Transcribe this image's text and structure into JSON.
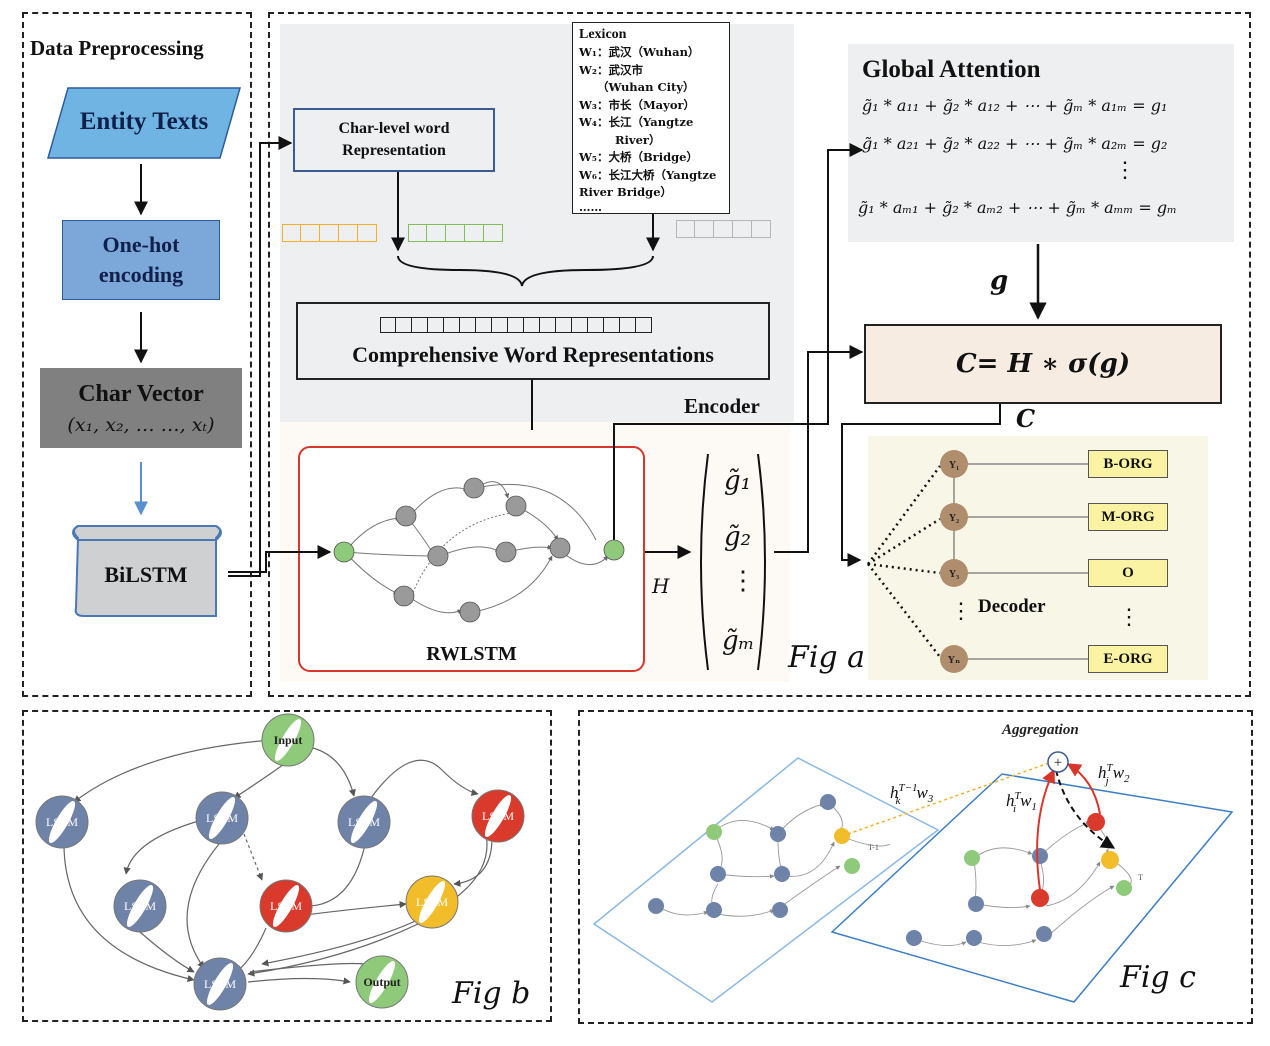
{
  "preprocessing": {
    "title": "Data Preprocessing",
    "entity_texts": "Entity Texts",
    "onehot_line1": "One-hot",
    "onehot_line2": "encoding",
    "charvec_title": "Char Vector",
    "charvec_formula": "(x₁, x₂, … …, xₜ)",
    "bilstm": "BiLSTM"
  },
  "encoder": {
    "charlevel_line1": "Char-level word",
    "charlevel_line2": "Representation",
    "lexicon_title": "Lexicon",
    "lexicon_lines": [
      "W₁：武汉（Wuhan）",
      "W₂：武汉市",
      "（Wuhan City）",
      "W₃：市长（Mayor）",
      "W₄：长江（Yangtze",
      "River）",
      "W₅：大桥（Bridge）",
      "W₆：长江大桥（Yangtze",
      "River Bridge）",
      "……"
    ],
    "comprehensive": "Comprehensive Word Representations",
    "encoder_label": "Encoder",
    "rwlstm_label": "RWLSTM",
    "h_label": "H",
    "g_vector": [
      "g̃₁",
      "g̃₂",
      "⋮",
      "g̃ₘ"
    ],
    "fig_label": "Fig a"
  },
  "attention": {
    "title": "Global Attention",
    "eq1": "g̃₁ * a₁₁ + g̃₂ * a₁₂ + ⋯ + g̃ₘ * a₁ₘ = g₁",
    "eq2": "g̃₁ * a₂₁ + g̃₂ * a₂₂ + ⋯ + g̃ₘ * a₂ₘ = g₂",
    "dots": "⋮",
    "eq3": "g̃₁ * aₘ₁ + g̃₂ * aₘ₂ + ⋯ + g̃ₘ * aₘₘ = gₘ",
    "g_label": "g",
    "c_formula": "C= H ∗ σ(g)",
    "c_label": "C"
  },
  "decoder": {
    "label": "Decoder",
    "nodes": [
      "Y₁",
      "Y₂",
      "Y₃",
      "Yₙ"
    ],
    "tags": [
      "B-ORG",
      "M-ORG",
      "O",
      "E-ORG"
    ],
    "dots": "⋮"
  },
  "fig_b": {
    "fig_label": "Fig b",
    "input": "Input",
    "output": "Output",
    "lstm": "LSTM"
  },
  "fig_c": {
    "fig_label": "Fig c",
    "aggregation": "Aggregation",
    "plus": "+",
    "layer_prev": "T-1",
    "layer_cur": "T"
  },
  "colors": {
    "blue_box": "#7ba7d9",
    "blue_box_border": "#2e5c9a",
    "entity_fill": "#6fb4e3",
    "grey_box": "#808080",
    "encoder_bg": "#eeeff1",
    "attention_bg": "#eeeff1",
    "c_box": "#f7ece1",
    "decoder_bg": "#f8f6e6",
    "red_border": "#d9362b",
    "node_green": "#8fc97a",
    "node_grey": "#9a9a9a",
    "node_brown": "#b08d6c",
    "lstm_blue": "#6f83a9",
    "lstm_red": "#d93a2b",
    "lstm_yellow": "#f2bd2a",
    "tag_fill": "#fbf3a4",
    "orange": "#f2b02a",
    "green": "#7fbf5a"
  }
}
